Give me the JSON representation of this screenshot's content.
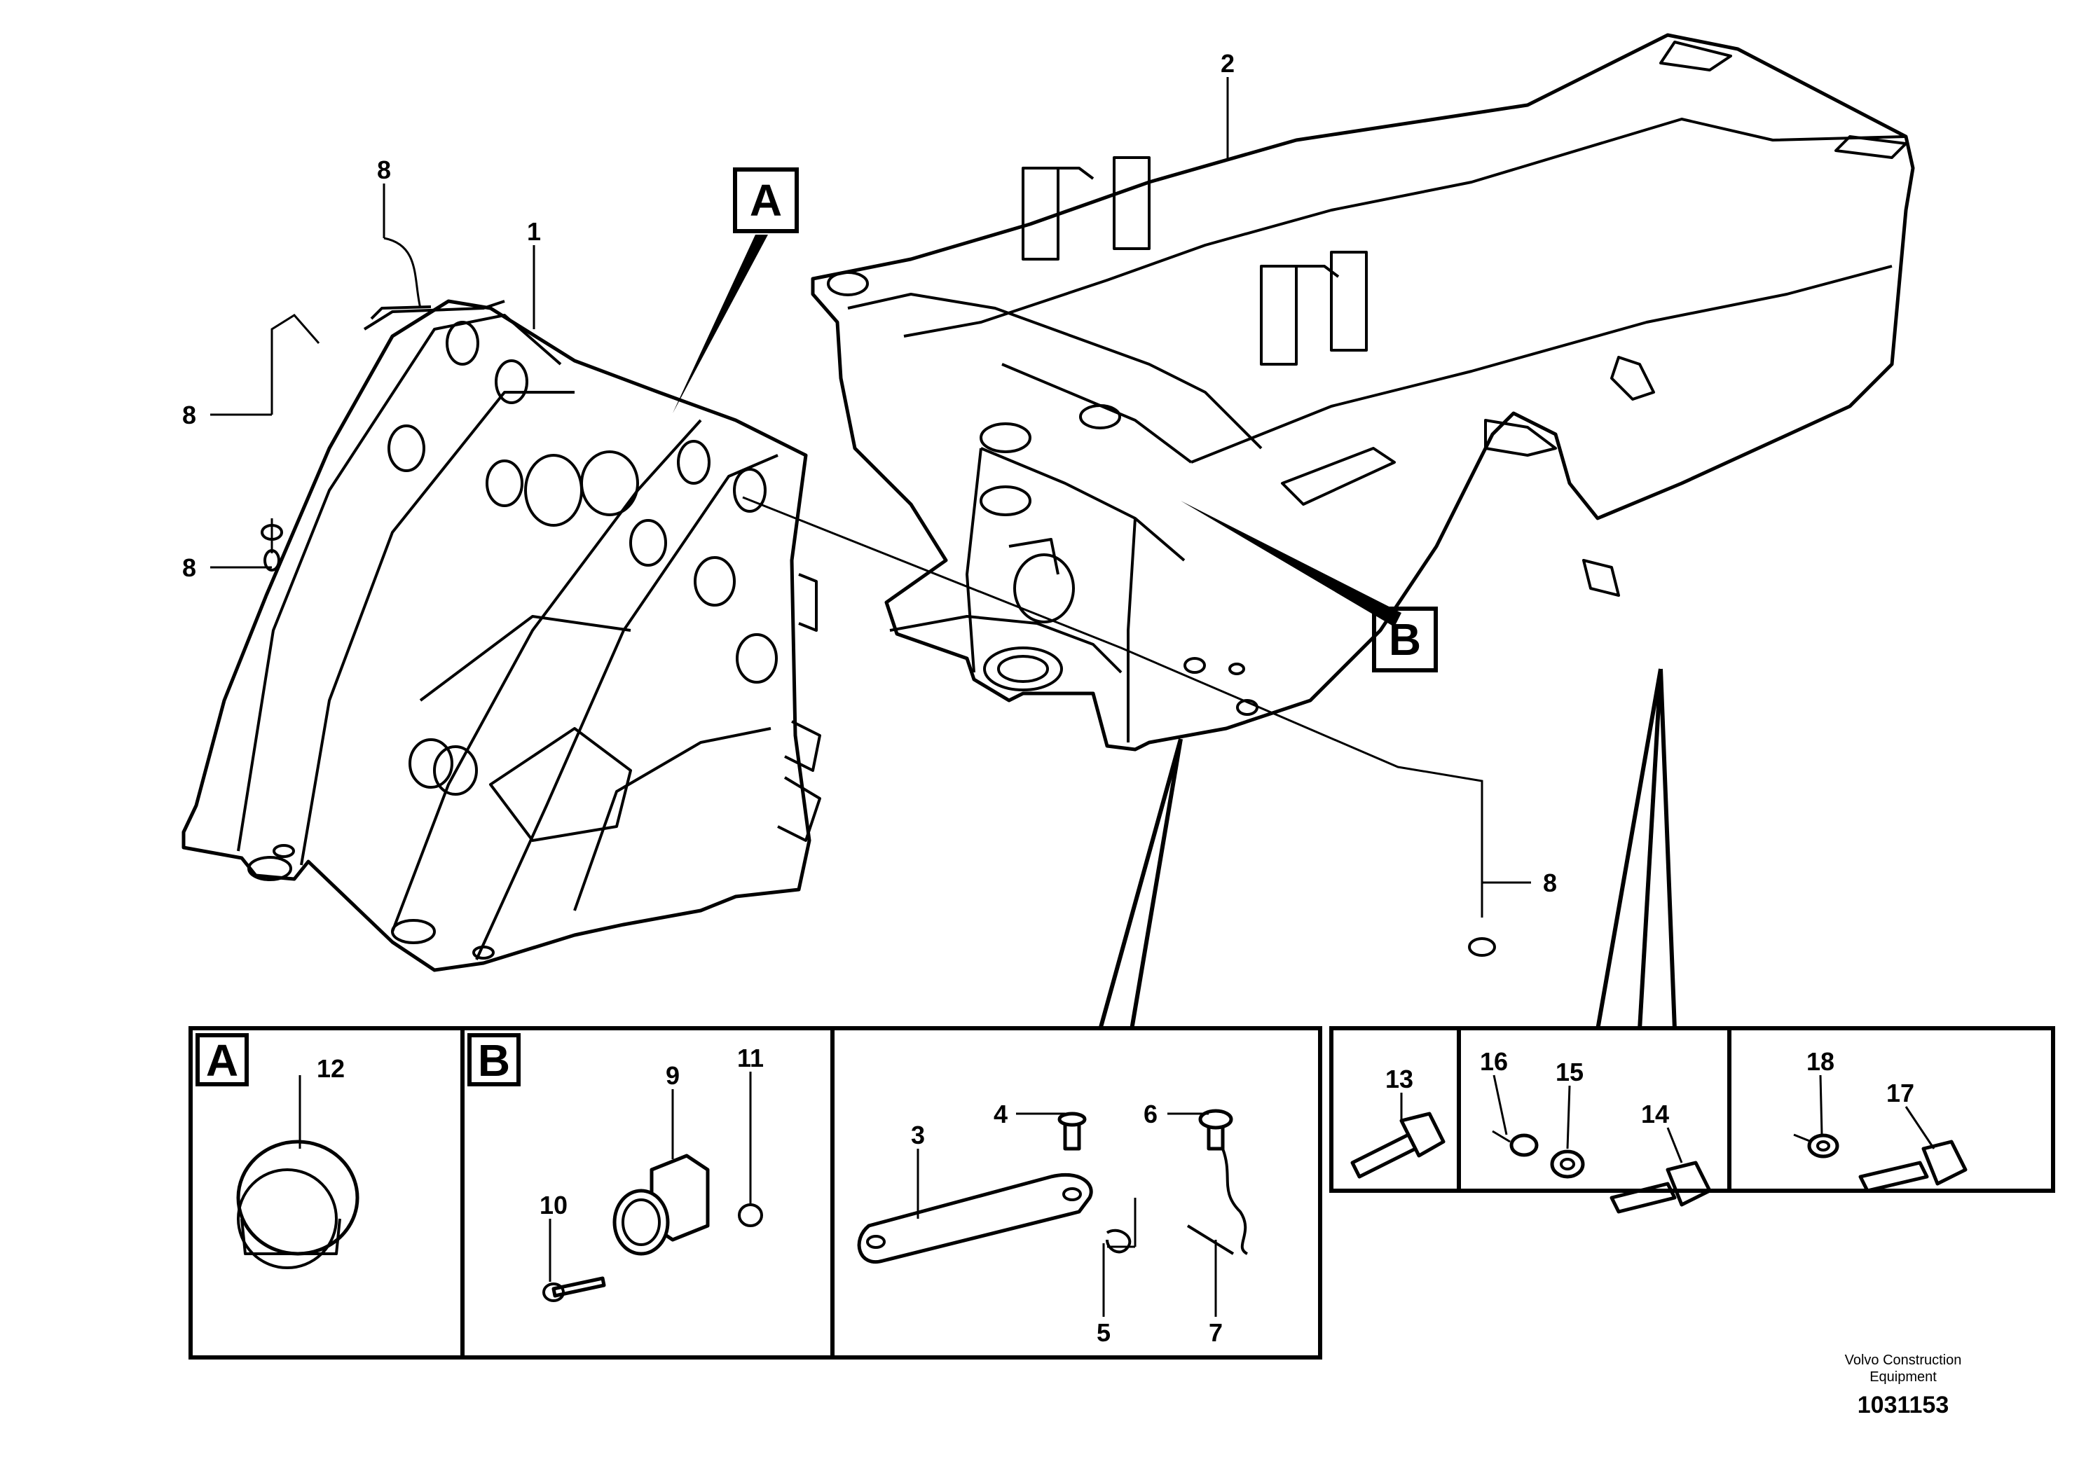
{
  "callouts": {
    "c1": "1",
    "c2": "2",
    "c3": "3",
    "c4": "4",
    "c5": "5",
    "c6": "6",
    "c7": "7",
    "c8": "8",
    "c9": "9",
    "c10": "10",
    "c11": "11",
    "c12": "12",
    "c13": "13",
    "c14": "14",
    "c15": "15",
    "c16": "16",
    "c17": "17",
    "c18": "18"
  },
  "views": {
    "a": "A",
    "b": "B"
  },
  "footer": {
    "credit_line1": "Volvo Construction",
    "credit_line2": "Equipment",
    "drawing_number": "1031153"
  }
}
